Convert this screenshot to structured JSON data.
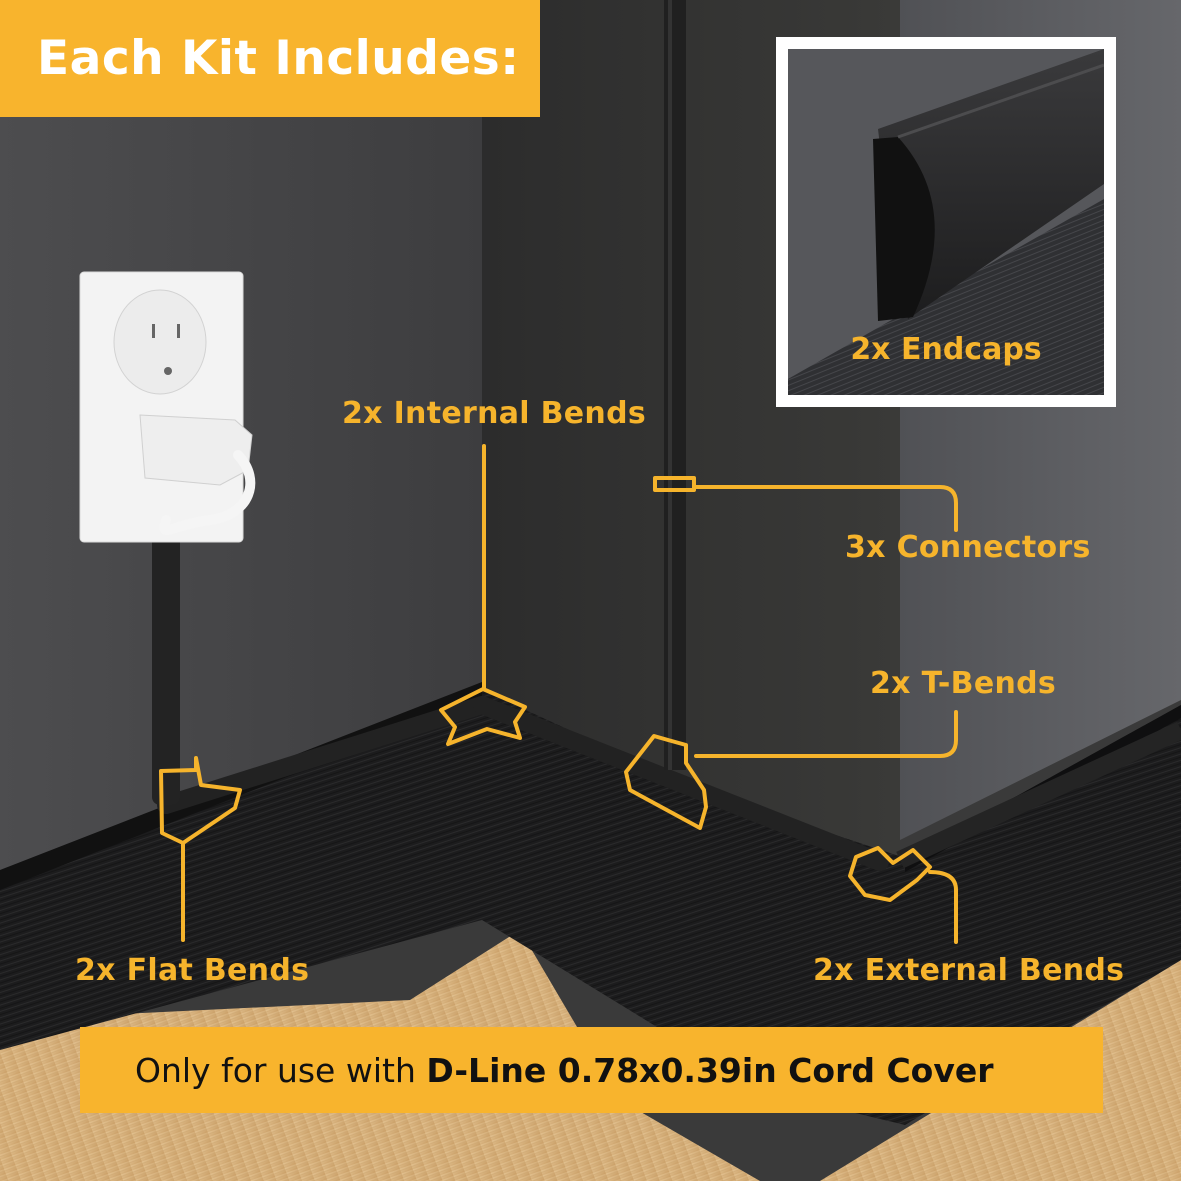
{
  "header": {
    "title": "Each Kit Includes:"
  },
  "inset": {
    "label": "2x Endcaps",
    "subject": "endcap-closeup"
  },
  "callouts": [
    {
      "id": "internal-bends",
      "label": "2x Internal Bends"
    },
    {
      "id": "connectors",
      "label": "3x Connectors"
    },
    {
      "id": "t-bends",
      "label": "2x T-Bends"
    },
    {
      "id": "flat-bends",
      "label": "2x Flat Bends"
    },
    {
      "id": "external-bends",
      "label": "2x External Bends"
    }
  ],
  "footer": {
    "prefix": "Only for use with ",
    "emphasis": "D-Line 0.78x0.39in Cord Cover"
  },
  "colors": {
    "accent": "#f8b42d",
    "callout_text": "#f6b42c",
    "wall_left": "#4a4a4c",
    "wall_center": "#2f2f2f",
    "wall_right": "#5e5f63",
    "skirting": "#1e1e1f",
    "floor": "#d9b783",
    "outlet": "#f2f2f2"
  },
  "icons": {
    "outlet": "wall-outlet-icon",
    "plug": "plug-icon"
  }
}
